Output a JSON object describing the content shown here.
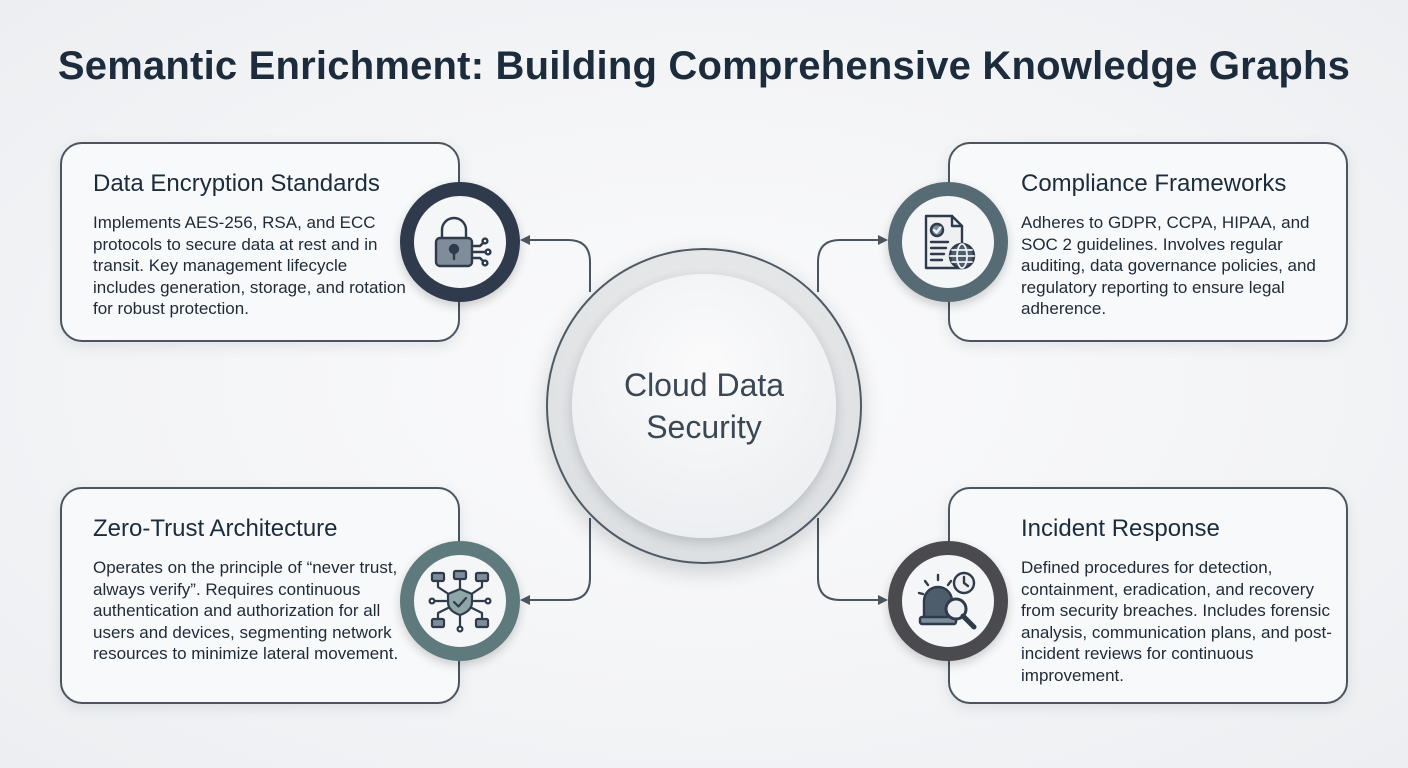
{
  "title": "Semantic Enrichment: Building Comprehensive Knowledge Graphs",
  "hub": {
    "label": "Cloud Data Security"
  },
  "nodes": [
    {
      "title": "Data Encryption Standards",
      "text": "Implements AES-256, RSA, and ECC protocols to secure data at rest and in transit. Key management lifecycle includes generation, storage, and rotation for robust protection.",
      "icon": "padlock-circuit-icon"
    },
    {
      "title": "Compliance Frameworks",
      "text": "Adheres to GDPR, CCPA, HIPAA, and SOC 2 guidelines. Involves regular auditing, data governance policies, and regulatory reporting to ensure legal adherence.",
      "icon": "document-globe-icon"
    },
    {
      "title": "Zero-Trust Architecture",
      "text": "Operates on the principle of “never trust, always verify”. Requires continuous authentication and authorization for all users and devices, segmenting network resources to minimize lateral movement.",
      "icon": "network-shield-icon"
    },
    {
      "title": "Incident Response",
      "text": "Defined procedures for detection, containment, eradication, and recovery from security breaches. Includes forensic analysis, communication plans, and post-incident reviews for continuous improvement.",
      "icon": "alarm-magnifier-icon"
    }
  ],
  "colors": {
    "ring_encryption": "#2f3b4c",
    "ring_compliance": "#566b74",
    "ring_zero_trust": "#5f7a7d",
    "ring_incident": "#4b4b4f",
    "connector": "#4a5560"
  }
}
